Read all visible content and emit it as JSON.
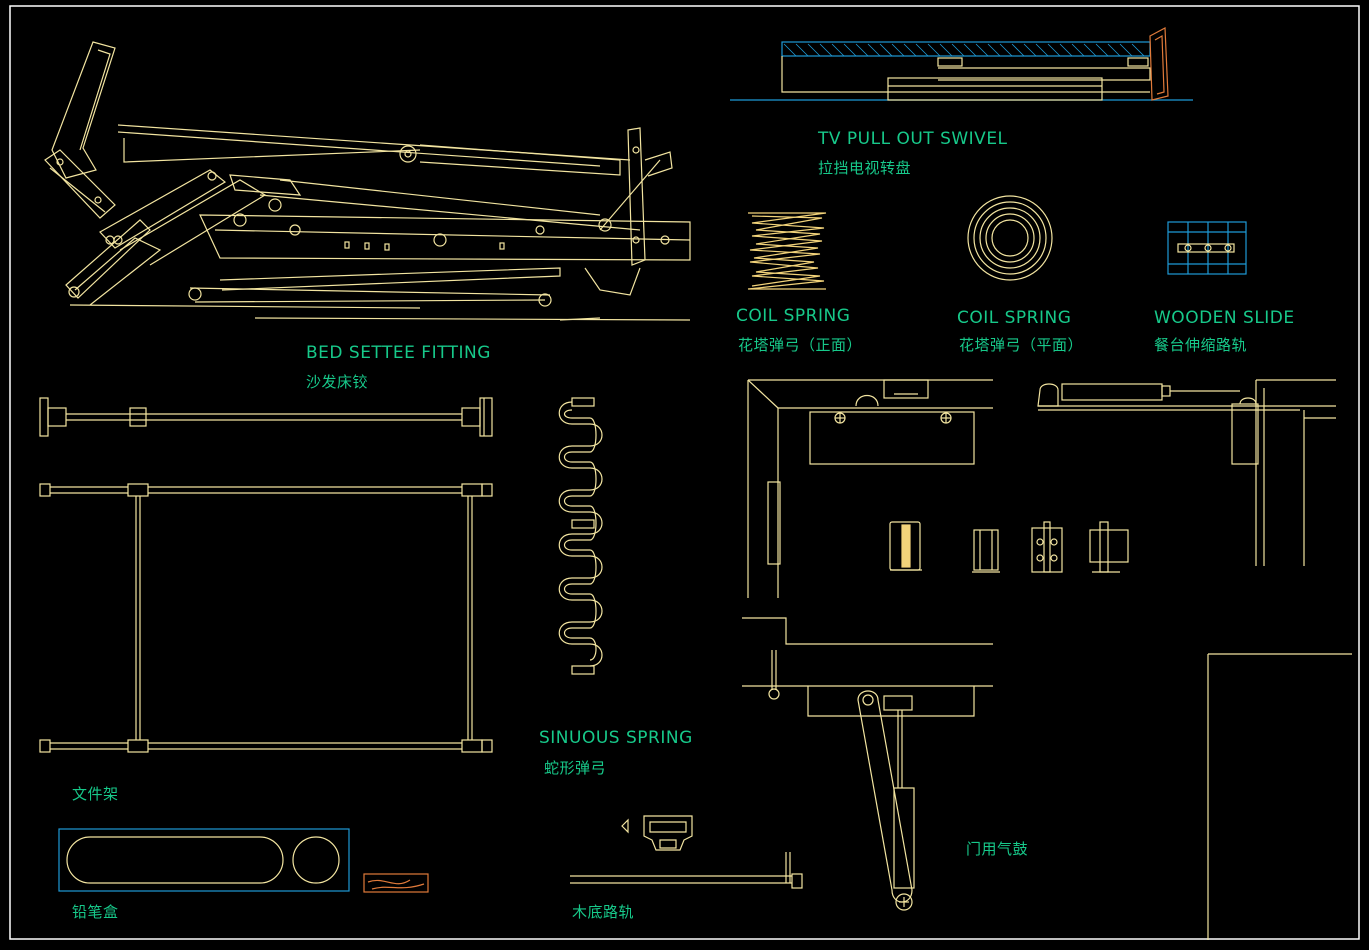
{
  "labels": {
    "bed_settee_en": "BED SETTEE FITTING",
    "bed_settee_cn": "沙发床铰",
    "tv_swivel_en": "TV PULL OUT SWIVEL",
    "tv_swivel_cn": "拉挡电视转盘",
    "coil_front_en": "COIL SPRING",
    "coil_front_cn": "花塔弹弓（正面）",
    "coil_plan_en": "COIL SPRING",
    "coil_plan_cn": "花塔弹弓（平面）",
    "wooden_slide_en": "WOODEN SLIDE",
    "wooden_slide_cn": "餐台伸缩路轨",
    "sinuous_en": "SINUOUS SPRING",
    "sinuous_cn": "蛇形弹弓",
    "file_rack_cn": "文件架",
    "pencil_box_cn": "铅笔盒",
    "wood_rail_cn": "木底路轨",
    "door_gas_cn": "门用气鼓"
  },
  "colors": {
    "background": "#000000",
    "line": "#f2e4a0",
    "text": "#17c98a",
    "accent_blue": "#1e9ad6",
    "accent_orange": "#e07a3a",
    "frame": "#ffffff"
  }
}
